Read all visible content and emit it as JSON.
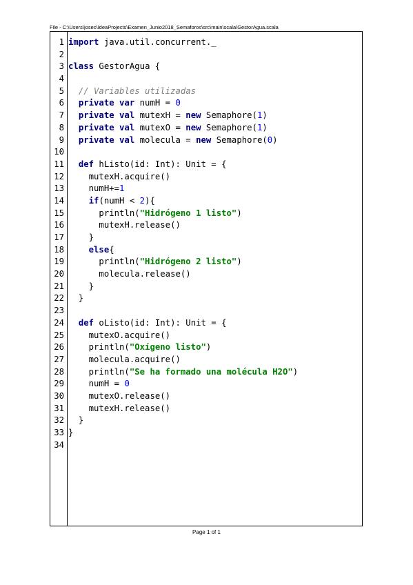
{
  "header": {
    "file_path": "File - C:\\Users\\josec\\IdeaProjects\\Examen_Junio2018_Semaforos\\src\\main\\scala\\GestorAgua.scala"
  },
  "footer": {
    "page_label": "Page 1 of 1"
  },
  "code_lines": [
    [
      {
        "t": "import",
        "c": "kw"
      },
      {
        "t": " java.util.concurrent._"
      }
    ],
    [],
    [
      {
        "t": "class",
        "c": "kw"
      },
      {
        "t": " GestorAgua {"
      }
    ],
    [],
    [
      {
        "t": "  "
      },
      {
        "t": "// Variables utilizadas",
        "c": "cmt"
      }
    ],
    [
      {
        "t": "  "
      },
      {
        "t": "private var",
        "c": "kw"
      },
      {
        "t": " numH = "
      },
      {
        "t": "0",
        "c": "num"
      }
    ],
    [
      {
        "t": "  "
      },
      {
        "t": "private val",
        "c": "kw"
      },
      {
        "t": " mutexH = "
      },
      {
        "t": "new",
        "c": "kw"
      },
      {
        "t": " Semaphore("
      },
      {
        "t": "1",
        "c": "num"
      },
      {
        "t": ")"
      }
    ],
    [
      {
        "t": "  "
      },
      {
        "t": "private val",
        "c": "kw"
      },
      {
        "t": " mutexO = "
      },
      {
        "t": "new",
        "c": "kw"
      },
      {
        "t": " Semaphore("
      },
      {
        "t": "1",
        "c": "num"
      },
      {
        "t": ")"
      }
    ],
    [
      {
        "t": "  "
      },
      {
        "t": "private val",
        "c": "kw"
      },
      {
        "t": " molecula = "
      },
      {
        "t": "new",
        "c": "kw"
      },
      {
        "t": " Semaphore("
      },
      {
        "t": "0",
        "c": "num"
      },
      {
        "t": ")"
      }
    ],
    [],
    [
      {
        "t": "  "
      },
      {
        "t": "def",
        "c": "kw"
      },
      {
        "t": " hListo(id: Int): Unit = {"
      }
    ],
    [
      {
        "t": "    mutexH.acquire()"
      }
    ],
    [
      {
        "t": "    numH+="
      },
      {
        "t": "1",
        "c": "num"
      }
    ],
    [
      {
        "t": "    "
      },
      {
        "t": "if",
        "c": "kw"
      },
      {
        "t": "(numH < "
      },
      {
        "t": "2",
        "c": "num"
      },
      {
        "t": "){"
      }
    ],
    [
      {
        "t": "      println("
      },
      {
        "t": "\"Hidrógeno 1 listo\"",
        "c": "str"
      },
      {
        "t": ")"
      }
    ],
    [
      {
        "t": "      mutexH.release()"
      }
    ],
    [
      {
        "t": "    }"
      }
    ],
    [
      {
        "t": "    "
      },
      {
        "t": "else",
        "c": "kw"
      },
      {
        "t": "{"
      }
    ],
    [
      {
        "t": "      println("
      },
      {
        "t": "\"Hidrógeno 2 listo\"",
        "c": "str"
      },
      {
        "t": ")"
      }
    ],
    [
      {
        "t": "      molecula.release()"
      }
    ],
    [
      {
        "t": "    }"
      }
    ],
    [
      {
        "t": "  }"
      }
    ],
    [],
    [
      {
        "t": "  "
      },
      {
        "t": "def",
        "c": "kw"
      },
      {
        "t": " oListo(id: Int): Unit = {"
      }
    ],
    [
      {
        "t": "    mutexO.acquire()"
      }
    ],
    [
      {
        "t": "    println("
      },
      {
        "t": "\"Oxígeno listo\"",
        "c": "str"
      },
      {
        "t": ")"
      }
    ],
    [
      {
        "t": "    molecula.acquire()"
      }
    ],
    [
      {
        "t": "    println("
      },
      {
        "t": "\"Se ha formado una molécula H2O\"",
        "c": "str"
      },
      {
        "t": ")"
      }
    ],
    [
      {
        "t": "    numH = "
      },
      {
        "t": "0",
        "c": "num"
      }
    ],
    [
      {
        "t": "    mutexO.release()"
      }
    ],
    [
      {
        "t": "    mutexH.release()"
      }
    ],
    [
      {
        "t": "  }"
      }
    ],
    [
      {
        "t": "}"
      }
    ],
    []
  ]
}
